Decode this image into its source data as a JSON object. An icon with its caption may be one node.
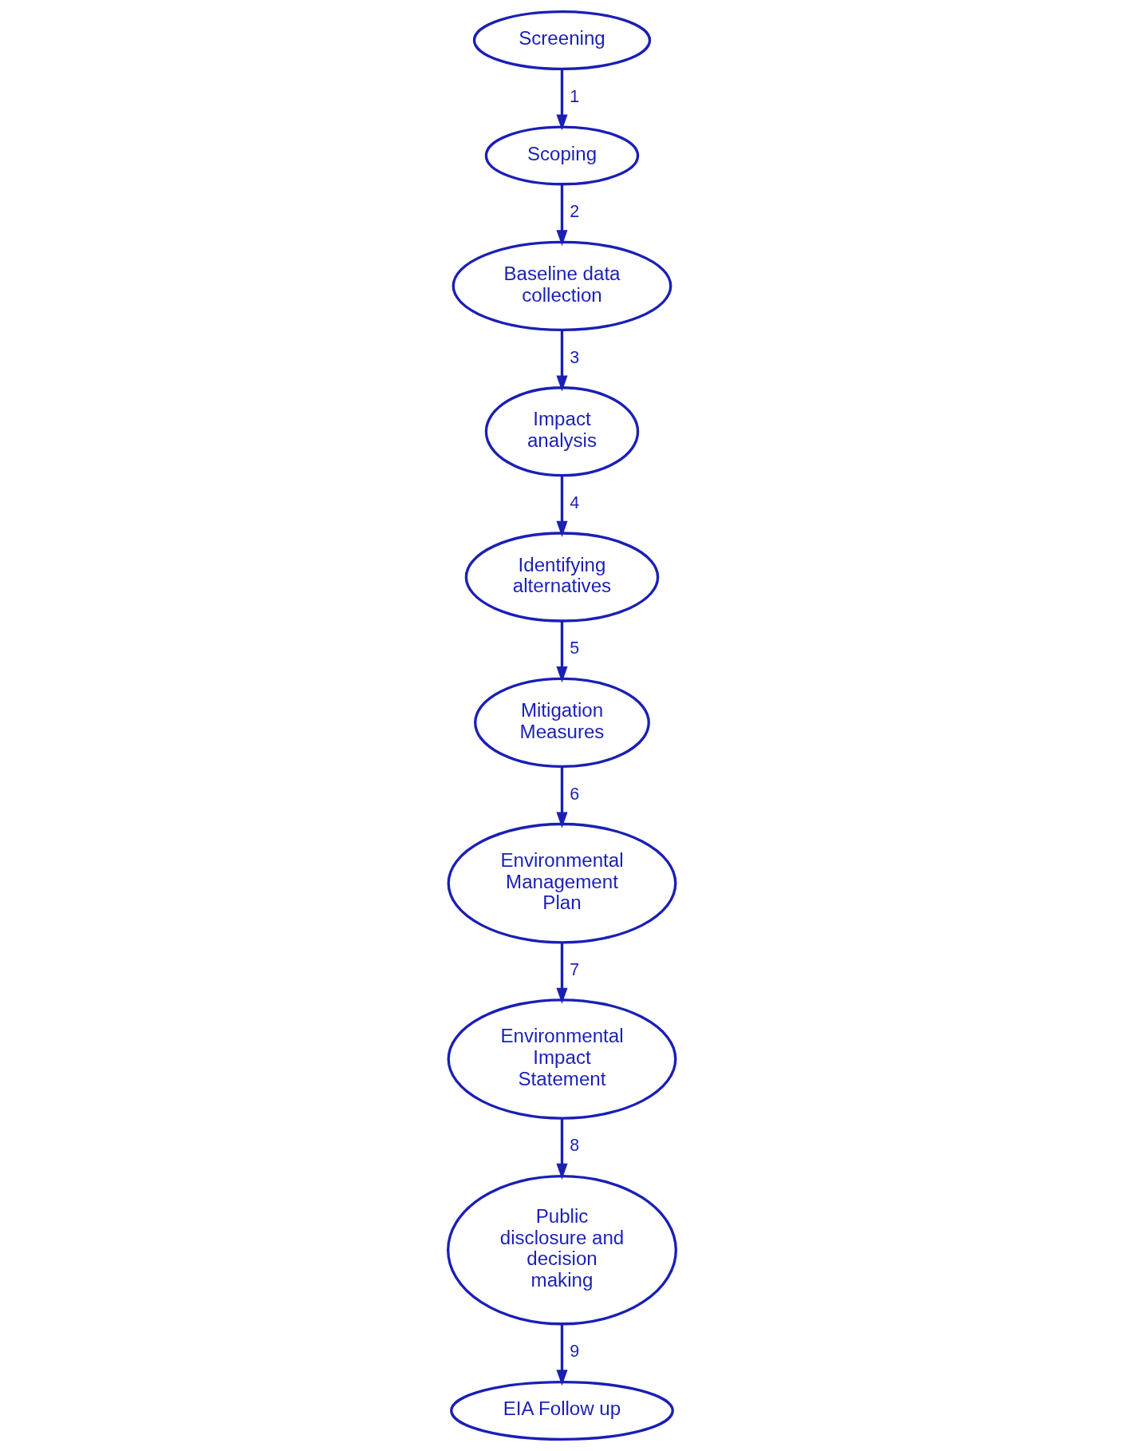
{
  "diagram": {
    "nodes": [
      {
        "text": [
          "Screening"
        ]
      },
      {
        "text": [
          "Scoping"
        ]
      },
      {
        "text": [
          "Baseline data collection"
        ]
      },
      {
        "text": [
          "Impact analysis"
        ]
      },
      {
        "text": [
          "Identifying alternatives"
        ]
      },
      {
        "text": [
          "Mitigation Measures"
        ]
      },
      {
        "text": [
          "Environmental Management Plan"
        ]
      },
      {
        "text": [
          "Environmental Impact Statement"
        ]
      },
      {
        "text": [
          "Public disclosure and decision making"
        ]
      },
      {
        "text": [
          "EIA Follow up"
        ]
      }
    ],
    "edges": [
      {
        "from": 0,
        "to": 1,
        "arrow": "to",
        "label": "1"
      },
      {
        "from": 1,
        "to": 2,
        "arrow": "to",
        "label": "2"
      },
      {
        "from": 2,
        "to": 3,
        "arrow": "to",
        "label": "3"
      },
      {
        "from": 3,
        "to": 4,
        "arrow": "to",
        "label": "4"
      },
      {
        "from": 4,
        "to": 5,
        "arrow": "to",
        "label": "5"
      },
      {
        "from": 5,
        "to": 6,
        "arrow": "to",
        "label": "6"
      },
      {
        "from": 6,
        "to": 7,
        "arrow": "to",
        "label": "7"
      },
      {
        "from": 7,
        "to": 8,
        "arrow": "to",
        "label": "8"
      },
      {
        "from": 8,
        "to": 9,
        "arrow": "to",
        "label": "9"
      }
    ]
  }
}
